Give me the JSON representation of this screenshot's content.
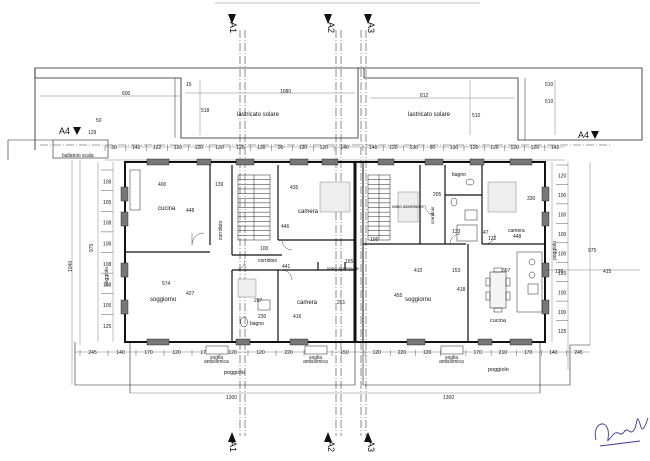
{
  "section_markers": {
    "a1_top": "A1",
    "a2_top": "A2",
    "a3_top": "A3",
    "a1_bottom": "A1",
    "a2_bottom": "A2",
    "a3_bottom": "A3",
    "a4_left": "A4",
    "a4_right": "A4"
  },
  "rooms": {
    "lastricato_left": "lastricato solare",
    "lastricato_right": "lastricato solare",
    "cucina_left": "cucina",
    "corridoio_left": "corridoio",
    "camera_top_left": "camera",
    "corridoio_mid": "corridoio",
    "vano_ascensore_mid": "vano ascensore",
    "soggiorno_left": "soggiorno",
    "bagno_left": "bagno",
    "camera_bottom_left": "camera",
    "vano_ascensore_right": "vano ascensore",
    "corridoio_right": "corridoio",
    "bagno_right": "bagno",
    "camera_right": "camera",
    "soggiorno_right": "soggiorno",
    "cucina_right": "cucina",
    "poggiolo_left_side": "poggiolo",
    "poggiolo_right_side": "poggiolo",
    "poggiolo_bottom_left": "poggiolo",
    "poggiolo_bottom_right": "poggiolo",
    "scala_label": "ballatoio scala"
  },
  "fixtures": {
    "soglia1": "soglia",
    "soglia1_b": "antisismica",
    "soglia2": "soglia",
    "soglia2_b": "antisismica",
    "soglia3": "soglia",
    "soglia3_b": "antisismica"
  },
  "dimensions": {
    "d600": "600",
    "d15": "15",
    "d1080": "1080",
    "d812": "812",
    "d510a": "510",
    "d510b": "510",
    "d518": "518",
    "d510c": "510",
    "d129": "129",
    "d50": "50",
    "top_chain_left": [
      "30",
      "142",
      "122",
      "120",
      "120",
      "120",
      "120",
      "130",
      "90",
      "130",
      "120",
      "140"
    ],
    "top_chain_right": [
      "140",
      "120",
      "130",
      "90",
      "130",
      "120",
      "120",
      "120",
      "120",
      "142"
    ],
    "d400": "400",
    "d448": "448",
    "d139": "139",
    "d435": "435",
    "d446": "446",
    "d330": "330",
    "d448r": "448",
    "d574": "574",
    "d427": "427",
    "d441": "441",
    "d100": "100",
    "d165": "165",
    "d410": "410",
    "d153": "153",
    "d367": "367",
    "d455": "455",
    "d418": "418",
    "d287": "287",
    "d230": "230",
    "d416": "416",
    "d261": "261",
    "d205": "205",
    "d133": "133",
    "d47": "47",
    "d122": "122",
    "d106": "106",
    "d975l": "975",
    "d1040": "1040",
    "d975r": "975",
    "d120r": "120",
    "d415": "415",
    "left_chain": [
      "108",
      "105",
      "108",
      "108",
      "108",
      "108",
      "105",
      "125"
    ],
    "right_chain": [
      "120",
      "100",
      "100",
      "100",
      "100",
      "120",
      "100",
      "100",
      "125"
    ],
    "bottom_chain_left": [
      "245",
      "140",
      "170",
      "120",
      "170",
      "120",
      "120",
      "220",
      "120",
      "150"
    ],
    "bottom_chain_right": [
      "120",
      "220",
      "120",
      "120",
      "170",
      "210",
      "170",
      "140",
      "245"
    ],
    "d1300a": "1300",
    "d1300b": "1300"
  }
}
